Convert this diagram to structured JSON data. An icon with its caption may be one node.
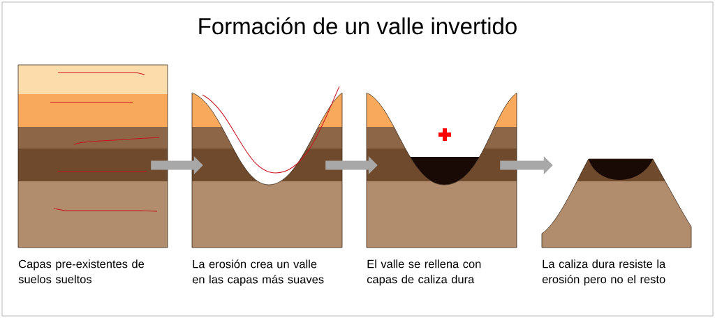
{
  "diagram": {
    "title": "Formación de un valle invertido",
    "nodes": [
      {
        "text": [],
        "shape": "picture",
        "beside": [
          "Capas pre-existentes de suelos sueltos"
        ]
      },
      {
        "text": [],
        "shape": "picture",
        "beside": [
          "La erosión crea un valle en las capas más suaves"
        ]
      },
      {
        "text": [],
        "shape": "picture",
        "beside": [
          "El valle se rellena con capas de caliza dura"
        ]
      },
      {
        "text": [],
        "shape": "picture",
        "beside": [
          "La caliza dura resiste la erosión pero no el resto"
        ]
      }
    ],
    "edges": [
      {
        "from": 0,
        "to": 1,
        "arrow": "to"
      },
      {
        "from": 1,
        "to": 2,
        "arrow": "to"
      },
      {
        "from": 2,
        "to": 3,
        "arrow": "to"
      }
    ]
  }
}
